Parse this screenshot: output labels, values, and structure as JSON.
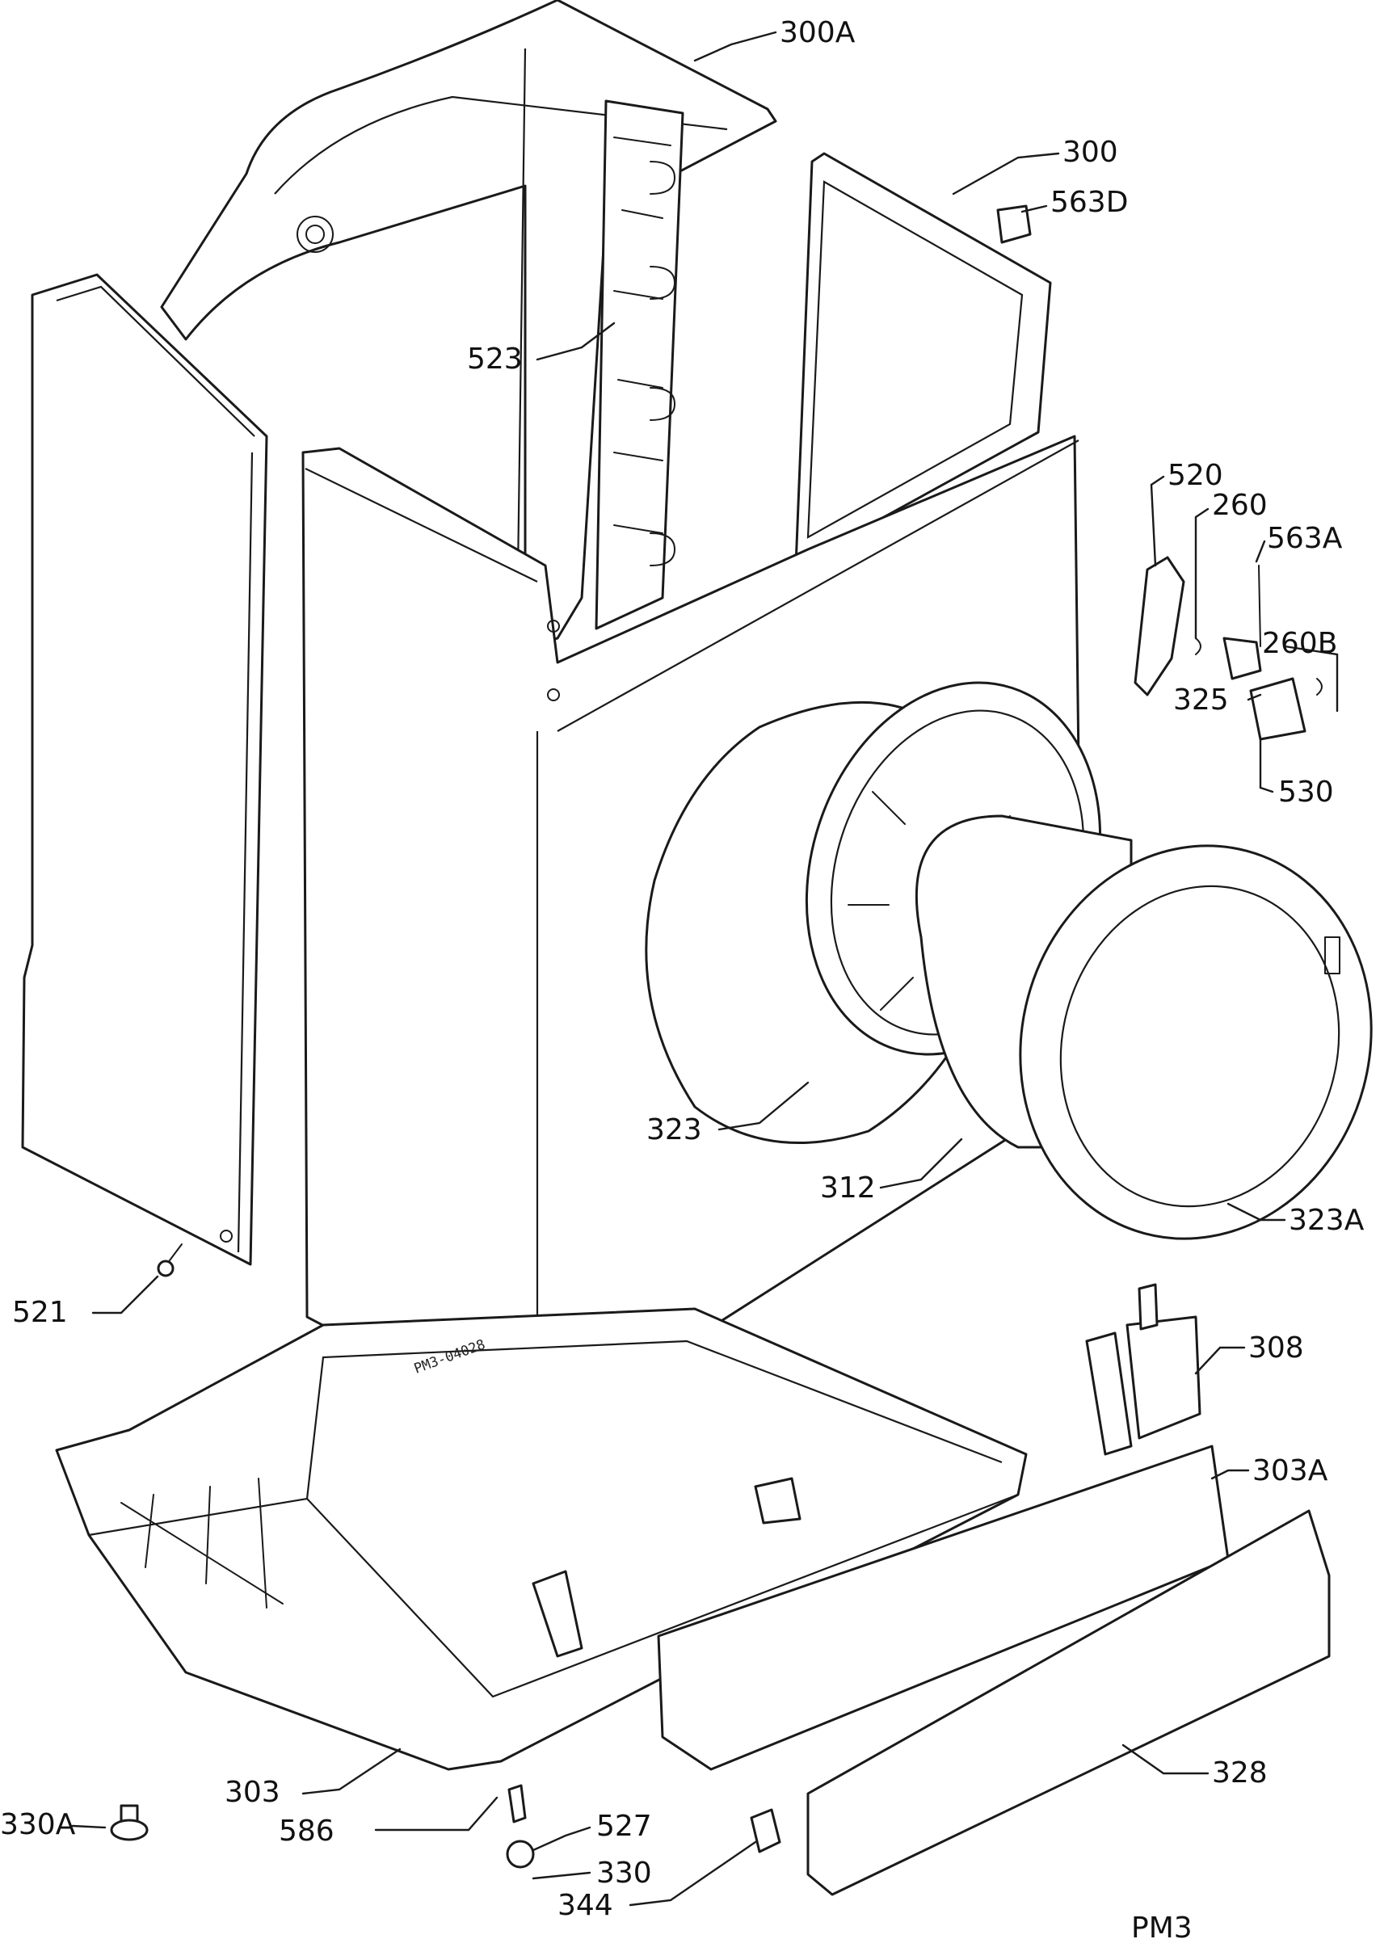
{
  "callouts": [
    {
      "id": "c300a",
      "text": "300A"
    },
    {
      "id": "c300",
      "text": "300"
    },
    {
      "id": "c563d",
      "text": "563D"
    },
    {
      "id": "c523",
      "text": "523"
    },
    {
      "id": "c520",
      "text": "520"
    },
    {
      "id": "c260",
      "text": "260"
    },
    {
      "id": "c563a",
      "text": "563A"
    },
    {
      "id": "c260b",
      "text": "260B"
    },
    {
      "id": "c325",
      "text": "325"
    },
    {
      "id": "c530",
      "text": "530"
    },
    {
      "id": "c323",
      "text": "323"
    },
    {
      "id": "c312",
      "text": "312"
    },
    {
      "id": "c323a",
      "text": "323A"
    },
    {
      "id": "c521",
      "text": "521"
    },
    {
      "id": "c308",
      "text": "308"
    },
    {
      "id": "c303a",
      "text": "303A"
    },
    {
      "id": "c303",
      "text": "303"
    },
    {
      "id": "c328",
      "text": "328"
    },
    {
      "id": "c330a",
      "text": "330A"
    },
    {
      "id": "c586",
      "text": "586"
    },
    {
      "id": "c527",
      "text": "527"
    },
    {
      "id": "c330",
      "text": "330"
    },
    {
      "id": "c344",
      "text": "344"
    }
  ],
  "stamp": "PM3-04028",
  "page_code": "PM3"
}
